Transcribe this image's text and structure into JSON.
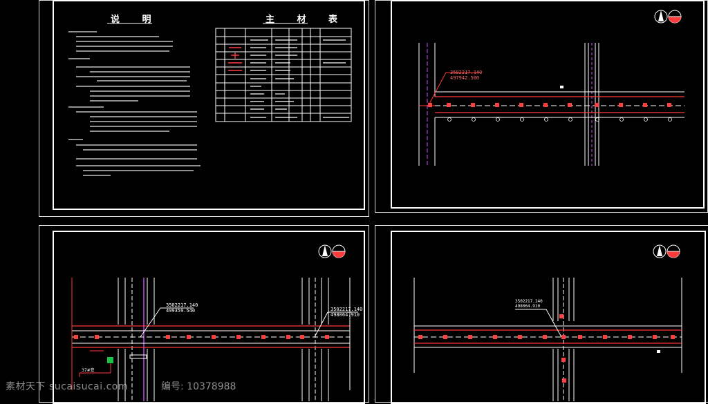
{
  "sheets": {
    "sheet1": {
      "heading_notes": "说  明",
      "heading_table": "主 材 表"
    },
    "sheet2": {
      "coord1": "3502217.140",
      "coord2": "497942.500"
    },
    "sheet3": {
      "coord1": "3502217.140",
      "coord2": "499359.540",
      "coord3": "3502217.140",
      "coord4": "498064.910",
      "tag": "37#变"
    },
    "sheet4": {
      "coord1": "3502217.140",
      "coord2": "498064.910"
    }
  },
  "watermark": {
    "site": "素材天下 sucaisucai.com",
    "code": "编号: 10378988"
  },
  "colors": {
    "road": "#ff3b3b",
    "road_edge": "#ffffff",
    "centerline": "#d050ff",
    "lamp": "#ff4040",
    "green_block": "#19c34a"
  }
}
